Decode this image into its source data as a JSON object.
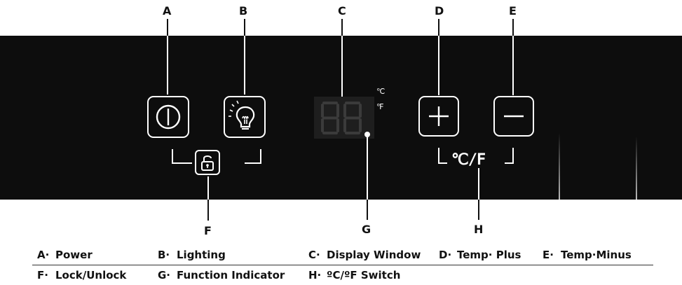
{
  "callouts": {
    "A": "A",
    "B": "B",
    "C": "C",
    "D": "D",
    "E": "E",
    "F": "F",
    "G": "G",
    "H": "H"
  },
  "panel": {
    "display_digits": "88",
    "unit_c": "℃",
    "unit_f": "℉",
    "cf_switch_label": "℃/F"
  },
  "legend": {
    "row1": [
      {
        "letter": "A·",
        "label": "Power"
      },
      {
        "letter": "B·",
        "label": "Lighting"
      },
      {
        "letter": "C·",
        "label": "Display Window"
      },
      {
        "letter": "D·",
        "label": "Temp· Plus"
      },
      {
        "letter": "E·",
        "label": "Temp·Minus"
      }
    ],
    "row2": [
      {
        "letter": "F·",
        "label": "Lock/Unlock"
      },
      {
        "letter": "G·",
        "label": "Function Indicator"
      },
      {
        "letter": "H·",
        "label": "ºC/ºF Switch"
      }
    ]
  },
  "colors": {
    "panel": "#0d0d0d",
    "icon_stroke": "#ffffff",
    "display_bg": "#1e1e1e"
  }
}
